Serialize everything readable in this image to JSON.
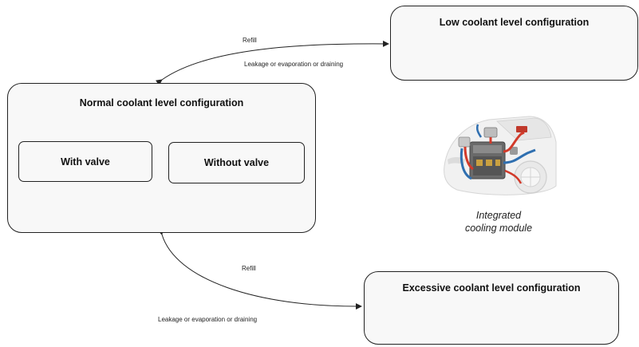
{
  "boxes": {
    "low": {
      "title": "Low coolant level configuration"
    },
    "normal": {
      "title": "Normal coolant level configuration",
      "options": [
        "With valve",
        "Without valve"
      ]
    },
    "excessive": {
      "title": "Excessive coolant level configuration"
    }
  },
  "transitions": {
    "top": {
      "refill": "Refill",
      "leak": "Leakage or evaporation or draining"
    },
    "bottom": {
      "refill": "Refill",
      "leak": "Leakage or evaporation or draining"
    }
  },
  "module": {
    "caption_line1": "Integrated",
    "caption_line2": "cooling module"
  }
}
